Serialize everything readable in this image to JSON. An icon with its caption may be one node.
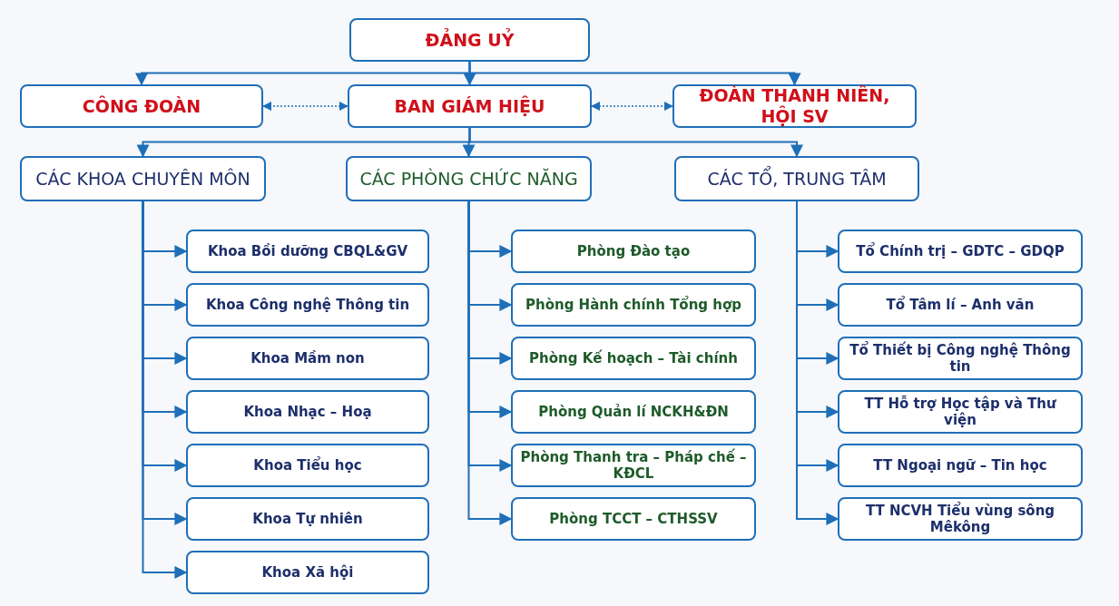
{
  "diagram": {
    "nodes": [
      {
        "text": [
          "ĐẢNG UỶ"
        ]
      },
      {
        "text": [
          "CÔNG ĐOÀN"
        ]
      },
      {
        "text": [
          "BAN GIÁM HIỆU"
        ]
      },
      {
        "text": [
          "ĐOÀN THANH NIÊN, HỘI SV"
        ]
      },
      {
        "text": [
          "CÁC KHOA CHUYÊN MÔN"
        ]
      },
      {
        "text": [
          "CÁC PHÒNG CHỨC NĂNG"
        ]
      },
      {
        "text": [
          "CÁC TỔ, TRUNG TÂM"
        ]
      },
      {
        "text": [
          "Khoa Bồi dưỡng CBQL&GV"
        ]
      },
      {
        "text": [
          "Khoa Công nghệ Thông tin"
        ]
      },
      {
        "text": [
          "Khoa Mầm non"
        ]
      },
      {
        "text": [
          "Khoa Nhạc – Hoạ"
        ]
      },
      {
        "text": [
          "Khoa Tiểu học"
        ]
      },
      {
        "text": [
          "Khoa Tự nhiên"
        ]
      },
      {
        "text": [
          "Khoa Xã hội"
        ]
      },
      {
        "text": [
          "Phòng Đào tạo"
        ]
      },
      {
        "text": [
          "Phòng Hành chính Tổng hợp"
        ]
      },
      {
        "text": [
          "Phòng Kế hoạch – Tài chính"
        ]
      },
      {
        "text": [
          "Phòng Quản lí NCKH&ĐN"
        ]
      },
      {
        "text": [
          "Phòng Thanh tra – Pháp chế – KĐCL"
        ]
      },
      {
        "text": [
          "Phòng TCCT – CTHSSV"
        ]
      },
      {
        "text": [
          "Tổ Chính trị – GDTC – GDQP"
        ]
      },
      {
        "text": [
          "Tổ Tâm lí – Anh văn"
        ]
      },
      {
        "text": [
          "Tổ Thiết bị Công nghệ Thông tin"
        ]
      },
      {
        "text": [
          "TT Hỗ trợ Học tập và Thư viện"
        ]
      },
      {
        "text": [
          "TT Ngoại ngữ – Tin học"
        ]
      },
      {
        "text": [
          "TT NCVH Tiểu vùng sông Mêkông"
        ]
      }
    ],
    "edges": [
      {
        "from": 0,
        "to": 1,
        "arrow": "to"
      },
      {
        "from": 0,
        "to": 2,
        "arrow": "to"
      },
      {
        "from": 0,
        "to": 3,
        "arrow": "to"
      },
      {
        "from": 2,
        "to": 1,
        "arrow": "both",
        "style": "dashed"
      },
      {
        "from": 2,
        "to": 3,
        "arrow": "both",
        "style": "dashed"
      },
      {
        "from": 2,
        "to": 4,
        "arrow": "to"
      },
      {
        "from": 2,
        "to": 5,
        "arrow": "to"
      },
      {
        "from": 2,
        "to": 6,
        "arrow": "to"
      },
      {
        "from": 4,
        "to": 7,
        "arrow": "to"
      },
      {
        "from": 4,
        "to": 8,
        "arrow": "to"
      },
      {
        "from": 4,
        "to": 9,
        "arrow": "to"
      },
      {
        "from": 4,
        "to": 10,
        "arrow": "to"
      },
      {
        "from": 4,
        "to": 11,
        "arrow": "to"
      },
      {
        "from": 4,
        "to": 12,
        "arrow": "to"
      },
      {
        "from": 4,
        "to": 13,
        "arrow": "to"
      },
      {
        "from": 5,
        "to": 14,
        "arrow": "to"
      },
      {
        "from": 5,
        "to": 15,
        "arrow": "to"
      },
      {
        "from": 5,
        "to": 16,
        "arrow": "to"
      },
      {
        "from": 5,
        "to": 17,
        "arrow": "to"
      },
      {
        "from": 5,
        "to": 18,
        "arrow": "to"
      },
      {
        "from": 5,
        "to": 19,
        "arrow": "to"
      },
      {
        "from": 6,
        "to": 20,
        "arrow": "to"
      },
      {
        "from": 6,
        "to": 21,
        "arrow": "to"
      },
      {
        "from": 6,
        "to": 22,
        "arrow": "to"
      },
      {
        "from": 6,
        "to": 23,
        "arrow": "to"
      },
      {
        "from": 6,
        "to": 24,
        "arrow": "to"
      },
      {
        "from": 6,
        "to": 25,
        "arrow": "to"
      }
    ]
  }
}
